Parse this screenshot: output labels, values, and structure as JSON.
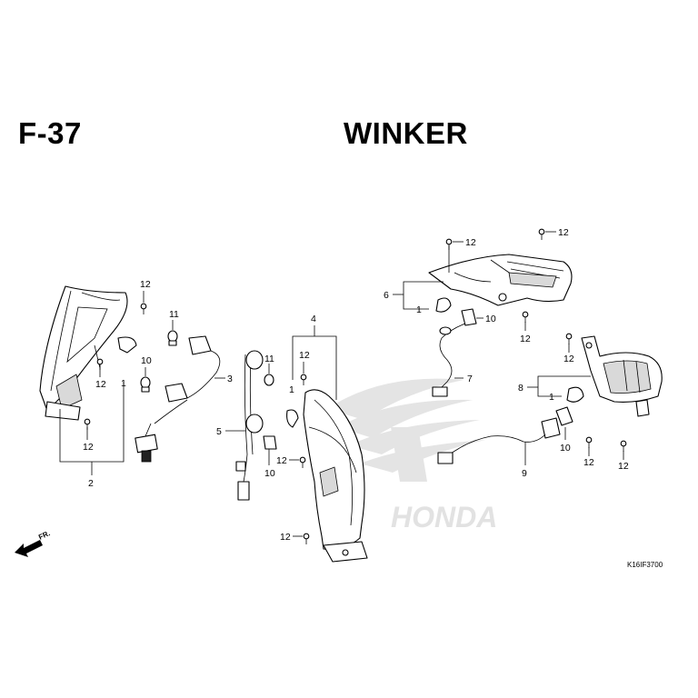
{
  "header": {
    "figure_number": "F-37",
    "title": "WINKER"
  },
  "callouts": {
    "c1a": "1",
    "c1b": "1",
    "c1c": "1",
    "c1d": "1",
    "c2": "2",
    "c3": "3",
    "c4": "4",
    "c5": "5",
    "c6": "6",
    "c7": "7",
    "c8": "8",
    "c9": "9",
    "c10a": "10",
    "c10b": "10",
    "c10c": "10",
    "c10d": "10",
    "c11a": "11",
    "c11b": "11",
    "c12a": "12",
    "c12b": "12",
    "c12c": "12",
    "c12d": "12",
    "c12e": "12",
    "c12f": "12",
    "c12g": "12",
    "c12h": "12",
    "c12i": "12",
    "c12j": "12",
    "c12k": "12",
    "c12l": "12"
  },
  "direction_label": "FR.",
  "watermark": "HONDA",
  "drawing_code": "K16IF3700"
}
